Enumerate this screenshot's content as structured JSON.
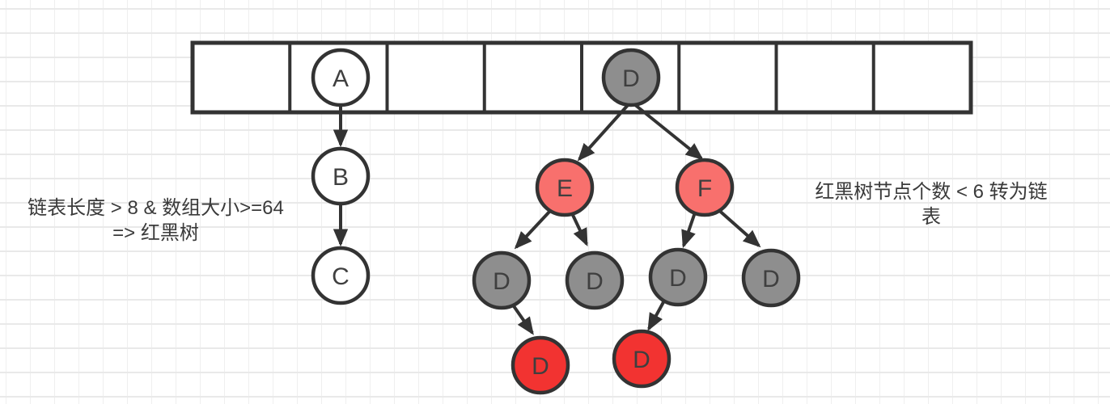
{
  "colors": {
    "stroke": "#333333",
    "node_white": "#ffffff",
    "node_gray": "#8e8e8e",
    "node_salmon": "#f8706d",
    "node_red": "#f23331",
    "text": "#3a3a3a"
  },
  "array": {
    "cell_count": 8,
    "entries": [
      {
        "cell_index": 1,
        "node": "A",
        "style": "white"
      },
      {
        "cell_index": 4,
        "node": "D",
        "style": "gray"
      }
    ]
  },
  "nodes": {
    "a": {
      "label": "A"
    },
    "root_d": {
      "label": "D"
    },
    "b": {
      "label": "B"
    },
    "c": {
      "label": "C"
    },
    "e": {
      "label": "E"
    },
    "f": {
      "label": "F"
    },
    "gray_d1": {
      "label": "D"
    },
    "gray_d2": {
      "label": "D"
    },
    "gray_d3": {
      "label": "D"
    },
    "gray_d4": {
      "label": "D"
    },
    "red_d1": {
      "label": "D"
    },
    "red_d2": {
      "label": "D"
    }
  },
  "annotations": {
    "treeify": {
      "line1": "链表长度 > 8 & 数组大小>=64",
      "line2": "=> 红黑树"
    },
    "untreeify": {
      "line1": "红黑树节点个数 < 6 转为链",
      "line2": "表"
    }
  }
}
